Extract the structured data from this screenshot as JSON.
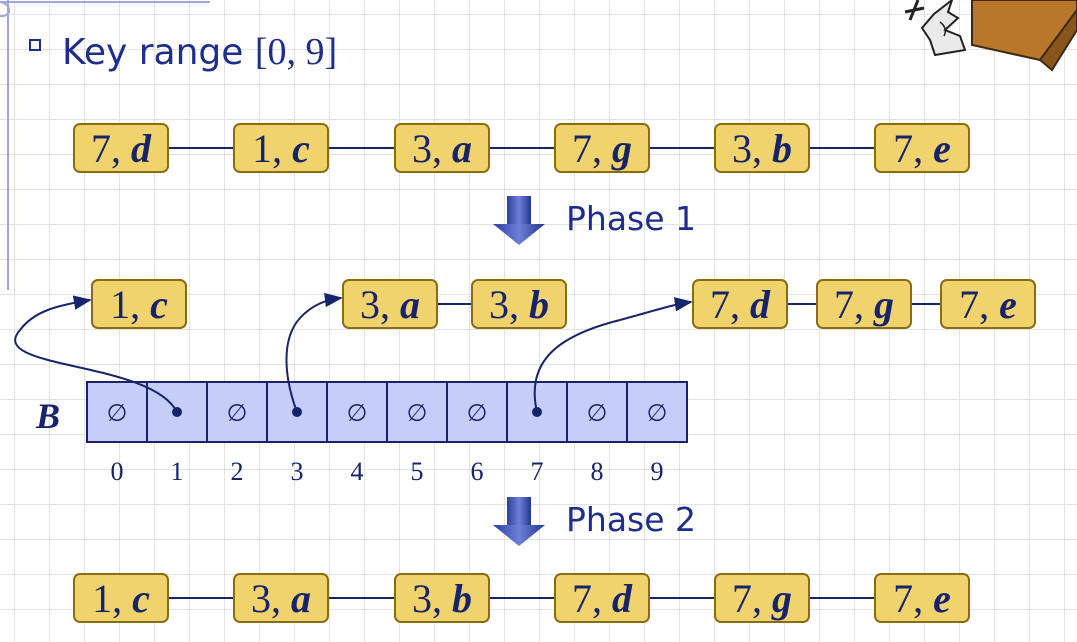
{
  "bullet": {
    "label": "Key range ",
    "range": "[0, 9]"
  },
  "input_sequence": [
    {
      "key": "7",
      "value": "d"
    },
    {
      "key": "1",
      "value": "c"
    },
    {
      "key": "3",
      "value": "a"
    },
    {
      "key": "7",
      "value": "g"
    },
    {
      "key": "3",
      "value": "b"
    },
    {
      "key": "7",
      "value": "e"
    }
  ],
  "phase1": {
    "label": "Phase 1"
  },
  "buckets": {
    "label": "B",
    "empty_symbol": "∅",
    "indices": [
      "0",
      "1",
      "2",
      "3",
      "4",
      "5",
      "6",
      "7",
      "8",
      "9"
    ],
    "lists": [
      {
        "index": 1,
        "items": [
          {
            "key": "1",
            "value": "c"
          }
        ]
      },
      {
        "index": 3,
        "items": [
          {
            "key": "3",
            "value": "a"
          },
          {
            "key": "3",
            "value": "b"
          }
        ]
      },
      {
        "index": 7,
        "items": [
          {
            "key": "7",
            "value": "d"
          },
          {
            "key": "7",
            "value": "g"
          },
          {
            "key": "7",
            "value": "e"
          }
        ]
      }
    ]
  },
  "phase2": {
    "label": "Phase 2"
  },
  "output_sequence": [
    {
      "key": "1",
      "value": "c"
    },
    {
      "key": "3",
      "value": "a"
    },
    {
      "key": "3",
      "value": "b"
    },
    {
      "key": "7",
      "value": "d"
    },
    {
      "key": "7",
      "value": "g"
    },
    {
      "key": "7",
      "value": "e"
    }
  ],
  "colors": {
    "node_fill": "#f1d36e",
    "cell_fill": "#c6cdf6",
    "ink": "#17246a",
    "text": "#1f2d8c"
  }
}
